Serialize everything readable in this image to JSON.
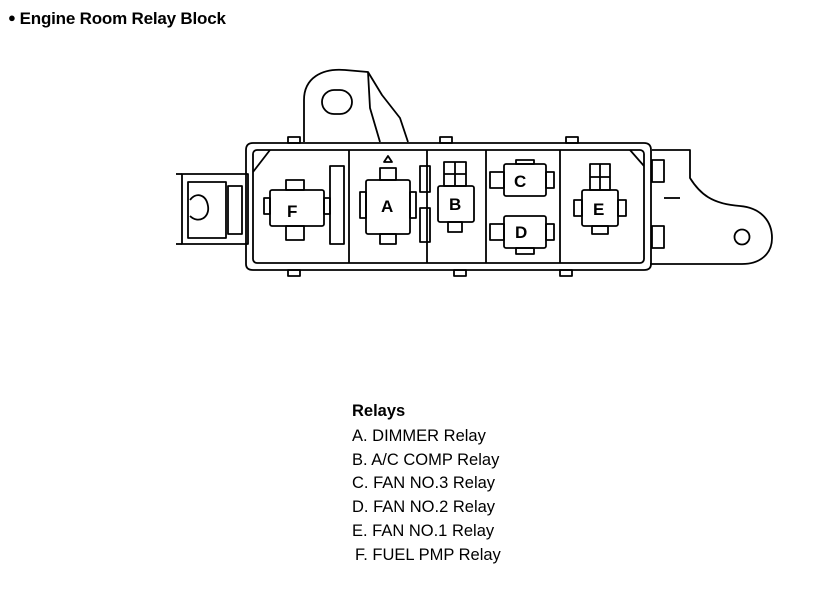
{
  "header": {
    "title": "Engine Room Relay Block"
  },
  "diagram": {
    "labels": {
      "a": "A",
      "b": "B",
      "c": "C",
      "d": "D",
      "e": "E",
      "f": "F"
    }
  },
  "legend": {
    "heading": "Relays",
    "items": [
      "A. DIMMER Relay",
      "B. A/C COMP Relay",
      "C. FAN NO.3 Relay",
      "D. FAN NO.2 Relay",
      "E. FAN NO.1 Relay",
      "F. FUEL PMP Relay"
    ]
  }
}
